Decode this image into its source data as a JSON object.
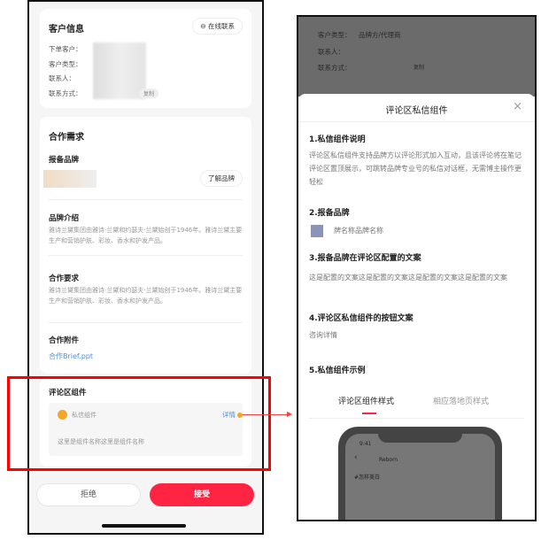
{
  "left": {
    "customer": {
      "title": "客户信息",
      "contact_online": "在线联系",
      "fields": [
        "下单客户：",
        "客户类型：",
        "联系人：",
        "联系方式："
      ],
      "copy": "复制"
    },
    "cooperation": {
      "title": "合作需求",
      "brand_label": "报备品牌",
      "learn_brand": "了解品牌",
      "brand_intro_label": "品牌介绍",
      "brand_intro": "雅诗兰黛集团由雅诗·兰黛和约瑟夫·兰黛始创于1946年。雅诗兰黛主要生产和营销护肤、彩妆、香水和护发产品。",
      "req_label": "合作要求",
      "req": "雅诗兰黛集团由雅诗·兰黛和约瑟夫·兰黛始创于1946年。雅诗兰黛主要生产和营销护肤、彩妆、香水和护发产品。",
      "attach_label": "合作附件",
      "attach_file": "合作Brief.ppt"
    },
    "comment_widget": {
      "title": "评论区组件",
      "widget_name": "私信组件",
      "detail": "详情",
      "widget_desc": "这里是组件名称这里是组件名称"
    },
    "actions": {
      "reject": "拒绝",
      "accept": "接受"
    }
  },
  "right": {
    "bg": {
      "fields": [
        "客户类型：",
        "联系人：",
        "联系方式："
      ],
      "type_value": "品牌方/代理商",
      "copy": "复制"
    },
    "sheet": {
      "title": "评论区私信组件",
      "s1": "1.私信组件说明",
      "s1_text": "评论区私信组件支持品牌方以评论形式加入互动，且该评论将在笔记评论区置顶展示，可跳转品牌专业号的私信对话框，无需博主操作更轻松",
      "s2": "2.报备品牌",
      "s2_text": "牌名称品牌名称",
      "s3": "3.报备品牌在评论区配置的文案",
      "s3_text": "这是配置的文案这是配置的文案这是配置的文案这是配置的文案",
      "s4": "4.评论区私信组件的按钮文案",
      "s4_text": "咨询详情",
      "s5": "5.私信组件示例",
      "tabs": [
        {
          "label": "评论区组件样式",
          "active": true
        },
        {
          "label": "相应落地页样式",
          "active": false
        }
      ],
      "preview": {
        "time": "9:41",
        "nav_title": "Reborn",
        "hashtag": "#怎样美白"
      }
    }
  },
  "colors": {
    "accent": "#ff2442",
    "link": "#4a90e2",
    "highlight": "#ff0000",
    "widget_icon": "#f5a623"
  }
}
